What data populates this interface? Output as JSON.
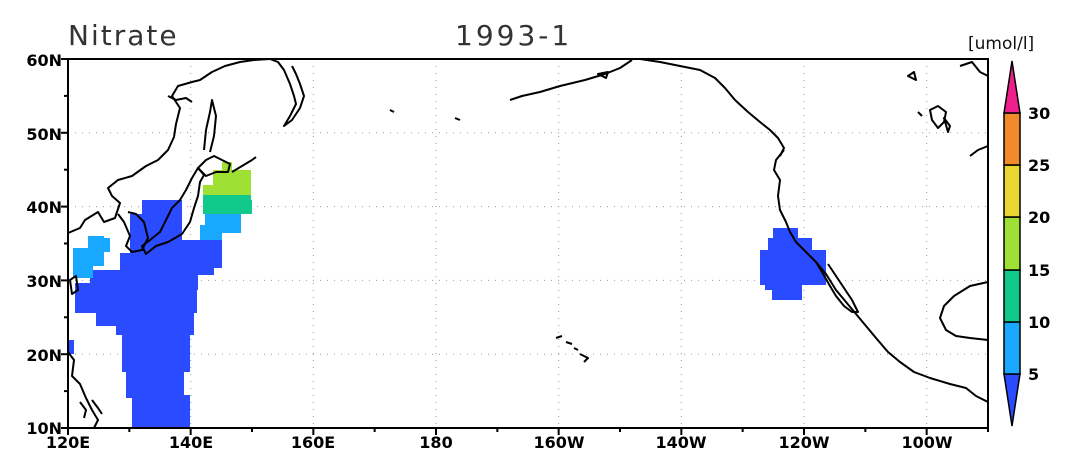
{
  "header": {
    "variable_title": "Nitrate",
    "date_title": "1993-1",
    "unit": "[umol/l]"
  },
  "axes": {
    "y_labels": [
      "60N",
      "50N",
      "40N",
      "30N",
      "20N",
      "10N"
    ],
    "x_labels": [
      "120E",
      "140E",
      "160E",
      "180",
      "160W",
      "140W",
      "120W",
      "100W"
    ]
  },
  "colorbar": {
    "labels": [
      "5",
      "10",
      "15",
      "20",
      "25",
      "30"
    ],
    "colors": [
      "#2a4bff",
      "#18a8ff",
      "#10c98a",
      "#9ee033",
      "#e8d632",
      "#f08a2b",
      "#ee1e8c"
    ]
  },
  "chart_data": {
    "type": "heatmap",
    "title": "Nitrate 1993-1",
    "unit": "[umol/l]",
    "xlim": [
      120,
      270
    ],
    "ylim": [
      10,
      60
    ],
    "levels": [
      5,
      10,
      15,
      20,
      25,
      30
    ],
    "regions": [
      {
        "name": "western_pacific_blue",
        "level": "<5"
      },
      {
        "name": "east_china_sea_lightblue",
        "level": "5-10"
      },
      {
        "name": "off_japan_lightblue",
        "level": "5-10"
      },
      {
        "name": "kuroshio_ext_green",
        "level": "10-15"
      },
      {
        "name": "hokkaido_limegreen",
        "level": "15-20"
      },
      {
        "name": "california_blue",
        "level": "<5"
      }
    ]
  }
}
